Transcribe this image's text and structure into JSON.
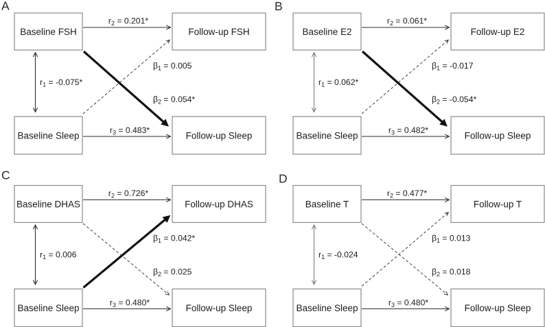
{
  "figure": {
    "panels": [
      {
        "id": "A",
        "letter": "A",
        "boxes": {
          "top_left": "Baseline FSH",
          "top_right": "Follow-up FSH",
          "bottom_left": "Baseline Sleep",
          "bottom_right": "Follow-up Sleep"
        },
        "paths": {
          "r1": {
            "prefix": "r",
            "sub": "1",
            "value": "-0.075*",
            "tone": "dark"
          },
          "r2": {
            "prefix": "r",
            "sub": "2",
            "value": "0.201*"
          },
          "r3": {
            "prefix": "r",
            "sub": "3",
            "value": "0.483*"
          },
          "beta1": {
            "prefix": "β",
            "sub": "1",
            "value": "0.005",
            "style": "dashed",
            "from": "baseline_sleep",
            "to": "followup_hormone"
          },
          "beta2": {
            "prefix": "β",
            "sub": "2",
            "value": "0.054*",
            "style": "thick",
            "from": "baseline_hormone",
            "to": "followup_sleep"
          }
        }
      },
      {
        "id": "B",
        "letter": "B",
        "boxes": {
          "top_left": "Baseline E2",
          "top_right": "Follow-up E2",
          "bottom_left": "Baseline Sleep",
          "bottom_right": "Follow-up Sleep"
        },
        "paths": {
          "r1": {
            "prefix": "r",
            "sub": "1",
            "value": "0.062*",
            "tone": "gray"
          },
          "r2": {
            "prefix": "r",
            "sub": "2",
            "value": "0.061*"
          },
          "r3": {
            "prefix": "r",
            "sub": "3",
            "value": "0.482*"
          },
          "beta1": {
            "prefix": "β",
            "sub": "1",
            "value": "-0.017",
            "style": "dashed",
            "from": "baseline_sleep",
            "to": "followup_hormone"
          },
          "beta2": {
            "prefix": "β",
            "sub": "2",
            "value": "-0.054*",
            "style": "thick",
            "from": "baseline_hormone",
            "to": "followup_sleep"
          }
        }
      },
      {
        "id": "C",
        "letter": "C",
        "boxes": {
          "top_left": "Baseline DHAS",
          "top_right": "Follow-up DHAS",
          "bottom_left": "Baseline Sleep",
          "bottom_right": "Follow-up Sleep"
        },
        "paths": {
          "r1": {
            "prefix": "r",
            "sub": "1",
            "value": "0.006",
            "tone": "dark"
          },
          "r2": {
            "prefix": "r",
            "sub": "2",
            "value": "0.726*"
          },
          "r3": {
            "prefix": "r",
            "sub": "3",
            "value": "0.480*"
          },
          "beta1": {
            "prefix": "β",
            "sub": "1",
            "value": "0.042*",
            "style": "thick",
            "from": "baseline_sleep",
            "to": "followup_hormone"
          },
          "beta2": {
            "prefix": "β",
            "sub": "2",
            "value": "0.025",
            "style": "dashed",
            "from": "baseline_hormone",
            "to": "followup_sleep"
          }
        }
      },
      {
        "id": "D",
        "letter": "D",
        "boxes": {
          "top_left": "Baseline T",
          "top_right": "Follow-up T",
          "bottom_left": "Baseline Sleep",
          "bottom_right": "Follow-up Sleep"
        },
        "paths": {
          "r1": {
            "prefix": "r",
            "sub": "1",
            "value": "-0.024",
            "tone": "gray"
          },
          "r2": {
            "prefix": "r",
            "sub": "2",
            "value": "0.477*"
          },
          "r3": {
            "prefix": "r",
            "sub": "3",
            "value": "0.480*"
          },
          "beta1": {
            "prefix": "β",
            "sub": "1",
            "value": "0.013",
            "style": "dashed",
            "from": "baseline_sleep",
            "to": "followup_hormone"
          },
          "beta2": {
            "prefix": "β",
            "sub": "2",
            "value": "0.018",
            "style": "dashed",
            "from": "baseline_hormone",
            "to": "followup_sleep"
          }
        }
      }
    ]
  },
  "colors": {
    "background": "#ffffff",
    "box_border": "#8a8a8a",
    "box_fill": "#ffffff",
    "text": "#1c1c1c",
    "thin_arrow": "#2e2e2e",
    "thick_arrow": "#111111",
    "r1_dark": "#2f2f2f",
    "r1_gray": "#7d7d7d"
  }
}
